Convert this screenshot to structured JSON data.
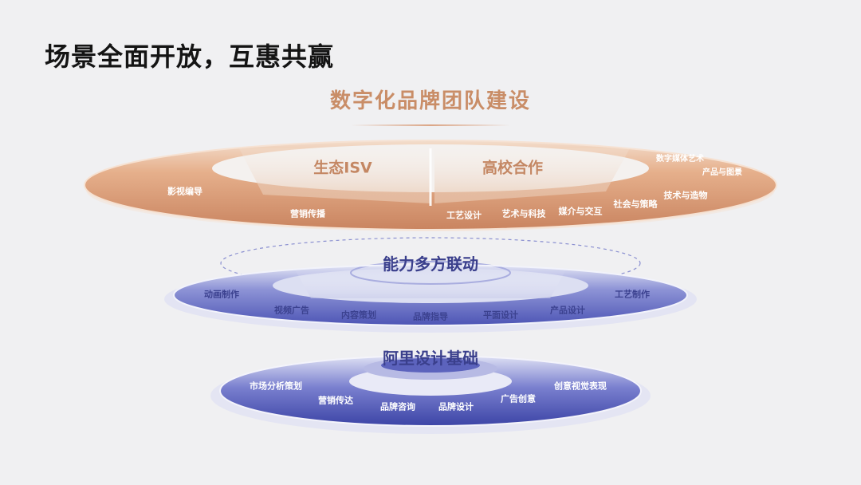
{
  "slide": {
    "title": "场景全面开放，互惠共赢"
  },
  "top_layer": {
    "title": "数字化品牌团队建设",
    "segments": [
      "生态ISV",
      "高校合作"
    ],
    "items": [
      "影视编导",
      "营销传播",
      "工艺设计",
      "艺术与科技",
      "媒介与交互",
      "社会与策略",
      "技术与造物",
      "数字媒体艺术",
      "产品与图景"
    ],
    "color": "#d6936b"
  },
  "middle_layer": {
    "title": "能力多方联动",
    "items": [
      "动画制作",
      "视频广告",
      "内容策划",
      "品牌指导",
      "平面设计",
      "产品设计",
      "工艺制作"
    ],
    "color": "#4c54b0"
  },
  "bottom_layer": {
    "title": "阿里设计基础",
    "items": [
      "市场分析策划",
      "营销传达",
      "品牌咨询",
      "品牌设计",
      "广告创意",
      "创意视觉表现"
    ],
    "color": "#3d45a8"
  }
}
